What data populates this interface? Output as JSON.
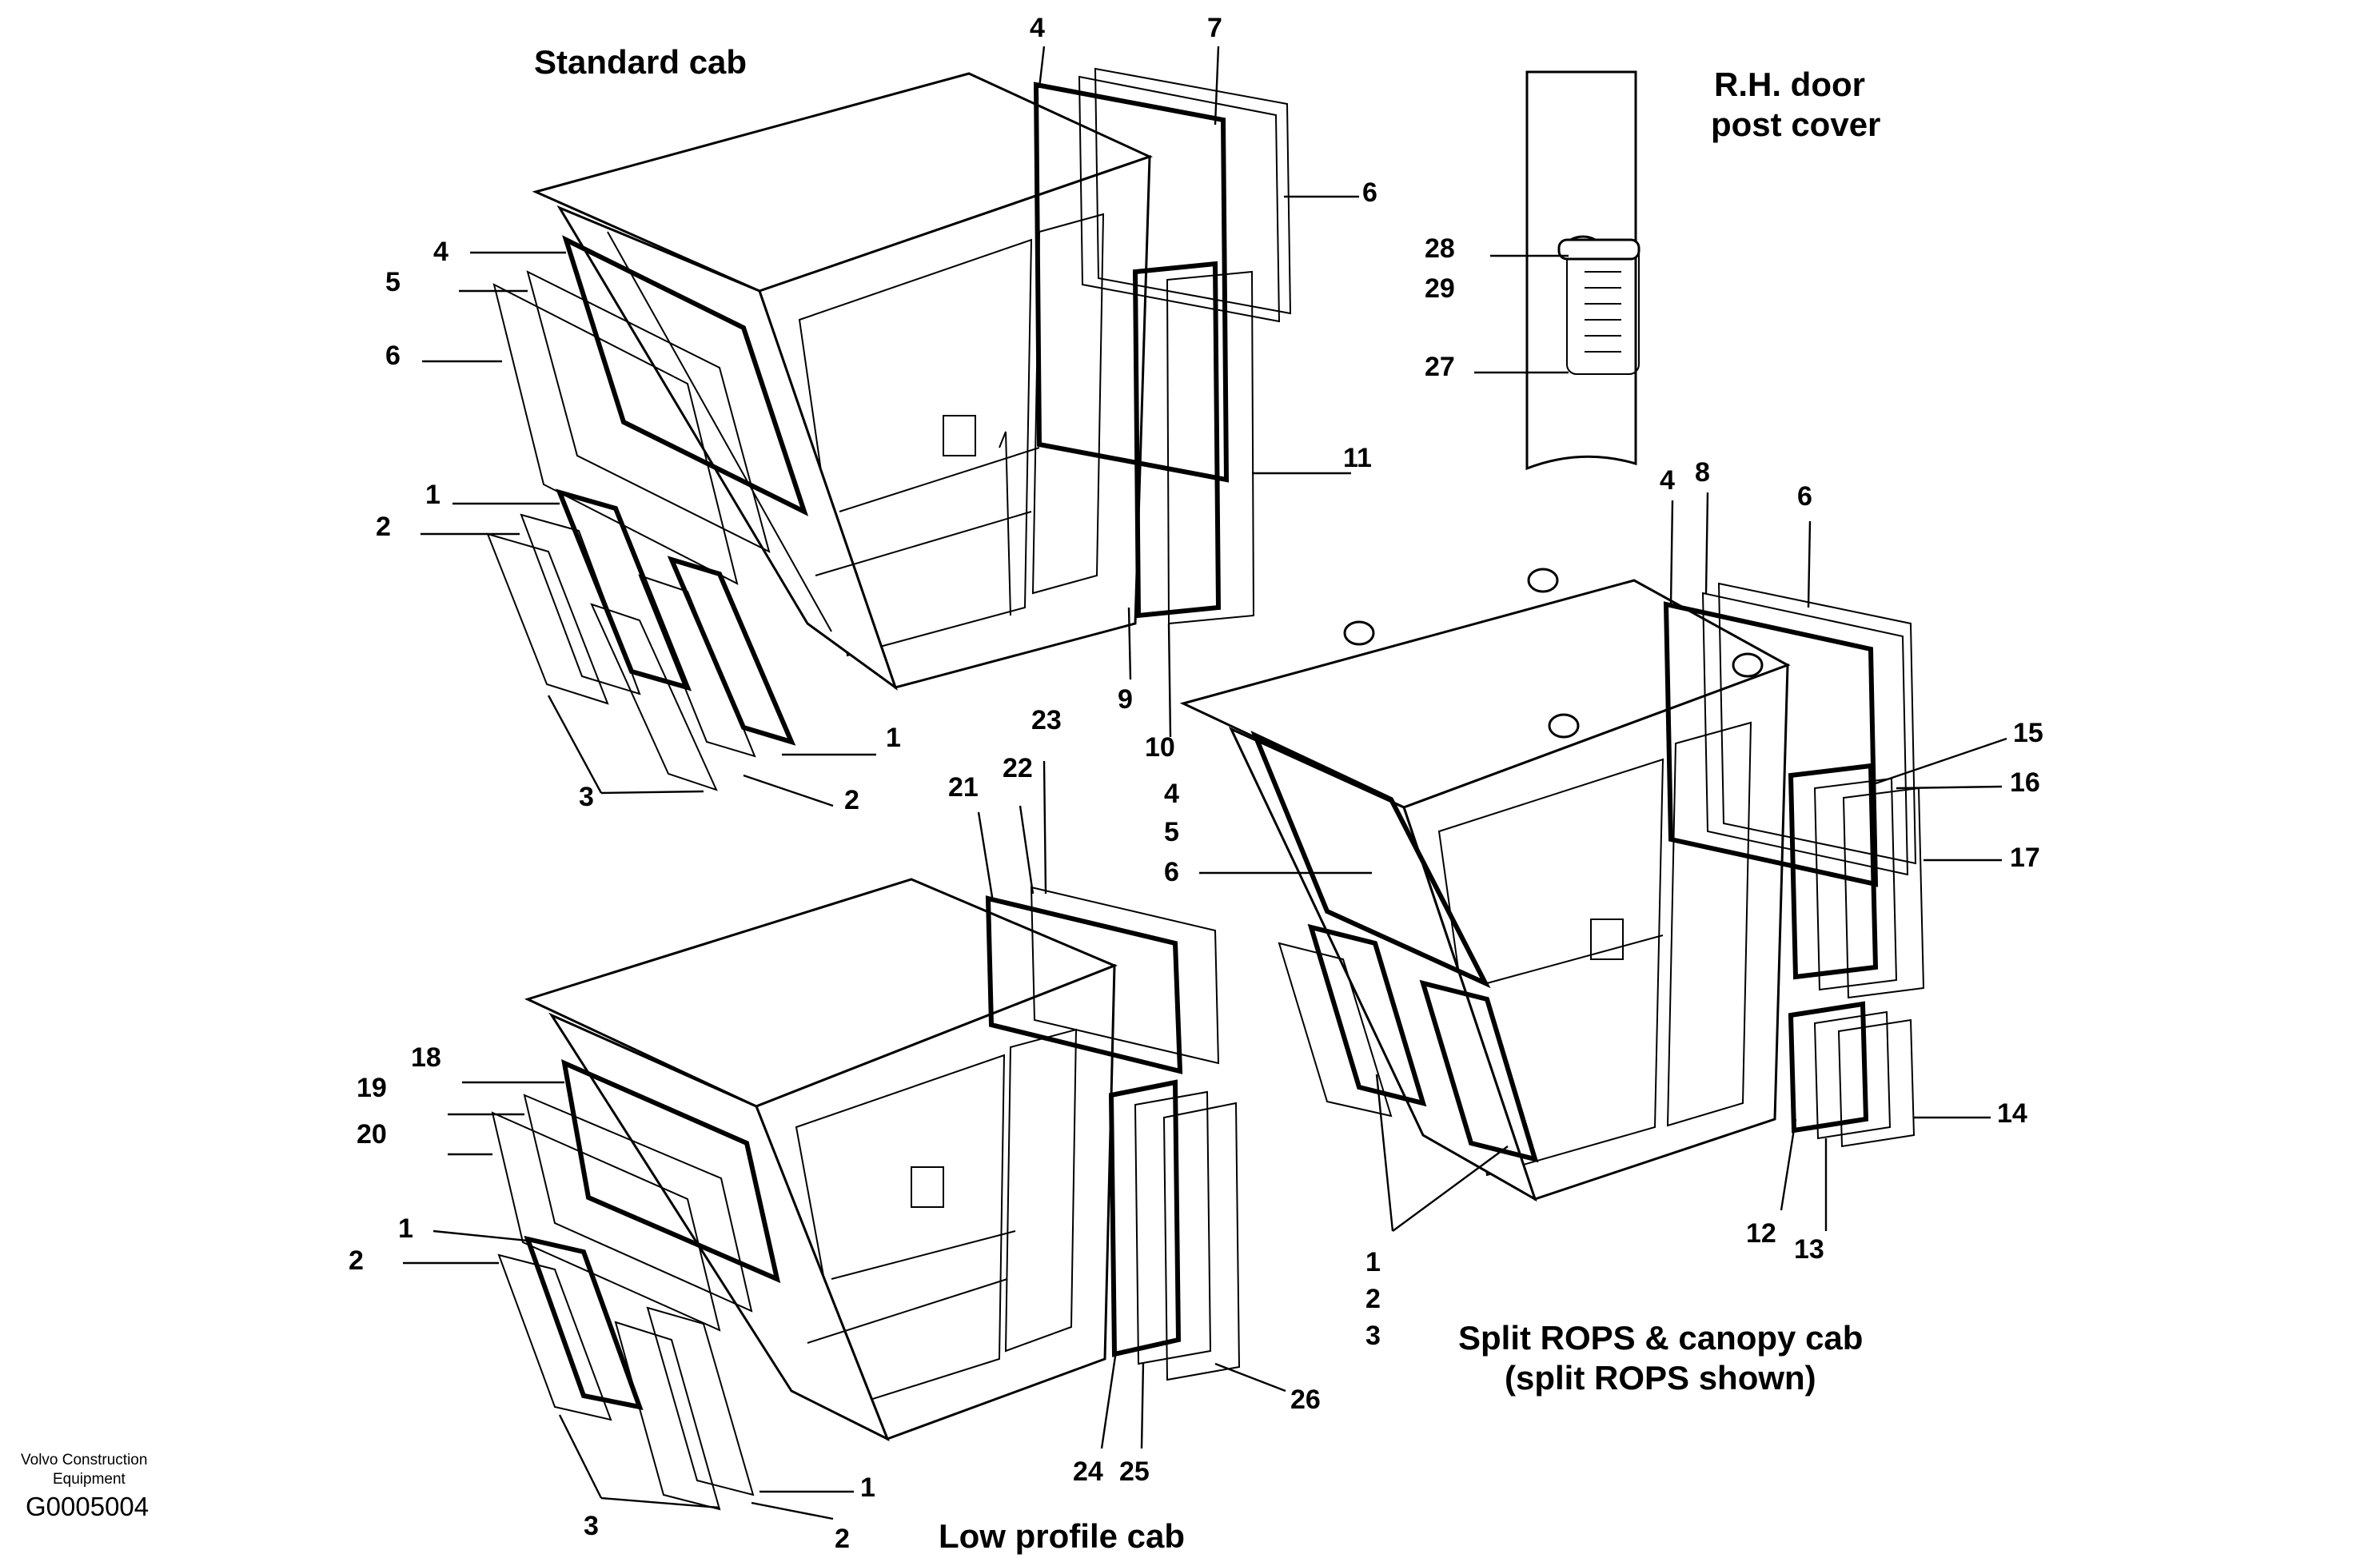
{
  "titles": {
    "standard": "Standard cab",
    "rh_door": [
      "R.H. door",
      "post cover"
    ],
    "split": [
      "Split ROPS & canopy cab",
      "(split ROPS shown)"
    ],
    "low": "Low profile cab"
  },
  "footer": {
    "company_line1": "Volvo Construction",
    "company_line2": "Equipment",
    "code": "G0005004"
  },
  "callouts": {
    "standard": [
      "4",
      "7",
      "6",
      "4",
      "5",
      "6",
      "1",
      "2",
      "11",
      "9",
      "10",
      "1",
      "3",
      "2"
    ],
    "rh_door": [
      "28",
      "29",
      "27"
    ],
    "low": [
      "23",
      "21",
      "22",
      "18",
      "19",
      "20",
      "1",
      "2",
      "26",
      "24",
      "25",
      "1",
      "3",
      "2"
    ],
    "split": [
      "4",
      "8",
      "6",
      "15",
      "16",
      "17",
      "4",
      "5",
      "6",
      "14",
      "12",
      "13",
      "1",
      "2",
      "3"
    ]
  }
}
